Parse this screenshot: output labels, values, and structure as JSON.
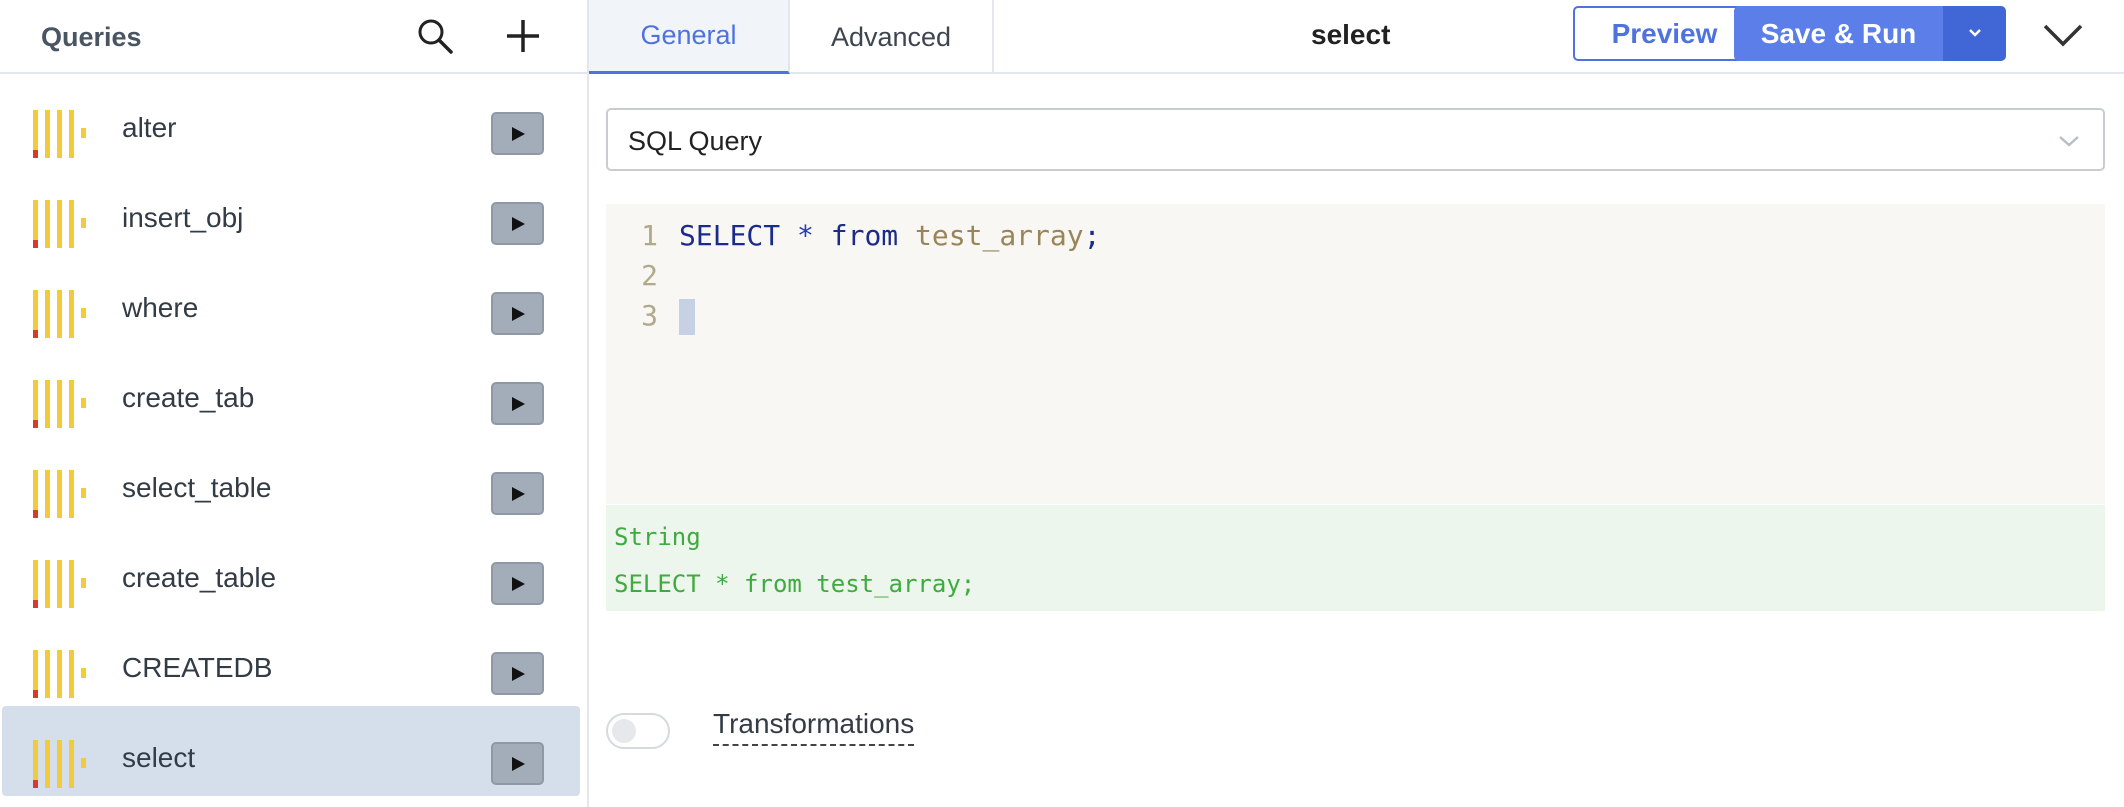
{
  "sidebar": {
    "title": "Queries",
    "items": [
      {
        "label": "alter"
      },
      {
        "label": "insert_obj"
      },
      {
        "label": "where"
      },
      {
        "label": "create_tab"
      },
      {
        "label": "select_table"
      },
      {
        "label": "create_table"
      },
      {
        "label": "CREATEDB"
      },
      {
        "label": "select",
        "selected": true
      }
    ]
  },
  "header": {
    "tabs": [
      "General",
      "Advanced"
    ],
    "active_tab": "General",
    "query_title": "select",
    "preview_label": "Preview",
    "save_run_label": "Save & Run"
  },
  "editor": {
    "datasource_mode": "SQL Query",
    "line_numbers": [
      "1",
      "2",
      "3"
    ],
    "code": {
      "kw_select": "SELECT",
      "star": "*",
      "kw_from": "from",
      "table": "test_array",
      "semicolon": ";"
    }
  },
  "preview": {
    "type": "String",
    "value": "SELECT * from test_array;"
  },
  "transformations": {
    "label": "Transformations",
    "enabled": false
  },
  "colors": {
    "accent": "#4e73df",
    "selected_row": "#d5dfec",
    "preview_bg": "#ecf6ec",
    "preview_text": "#3faa3f",
    "editor_bg": "#f8f7f4"
  }
}
